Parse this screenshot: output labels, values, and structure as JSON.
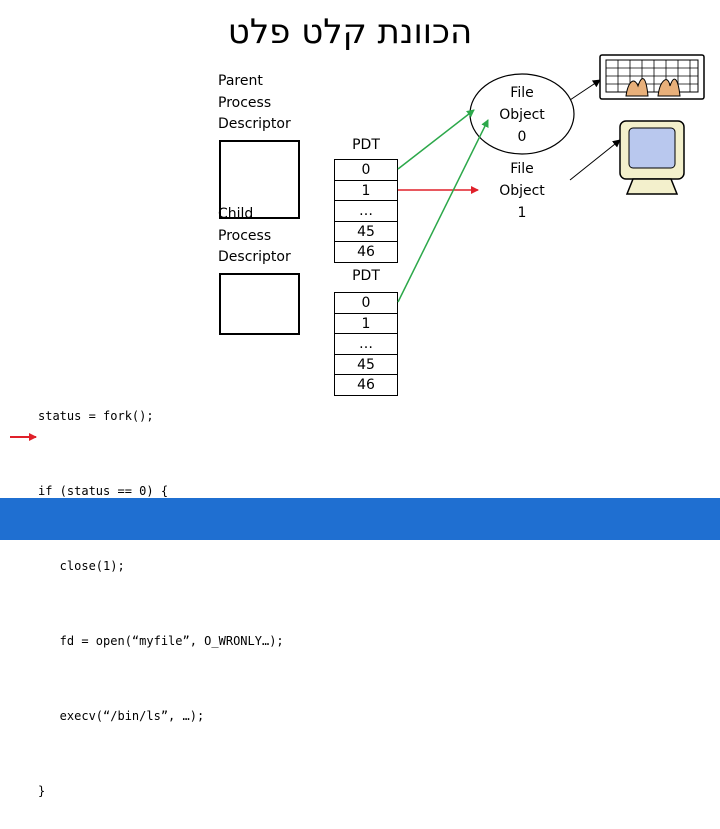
{
  "title": "הכוונת קלט פלט",
  "parent": {
    "label_lines": [
      "Parent",
      "Process",
      "Descriptor"
    ]
  },
  "child": {
    "label_lines": [
      "Child",
      "Process",
      "Descriptor"
    ]
  },
  "pdt_top": {
    "title": "PDT",
    "rows": [
      "0",
      "1",
      "…",
      "45",
      "46"
    ]
  },
  "pdt_bottom": {
    "title": "PDT",
    "rows": [
      "0",
      "1",
      "…",
      "45",
      "46"
    ]
  },
  "file_objects": [
    {
      "lines": [
        "File",
        "Object",
        "0"
      ]
    },
    {
      "lines": [
        "File",
        "Object",
        "1"
      ]
    }
  ],
  "code_lines": [
    "status = fork();",
    "if (status == 0) {",
    "   close(1);",
    "   fd = open(“myfile”, O_WRONLY…);",
    "   execv(“/bin/ls”, …);",
    "}"
  ],
  "colors": {
    "arrow_green": "#2ca84a",
    "arrow_red": "#e0202a",
    "footer_blue": "#1f6fd1"
  },
  "icons": [
    "keyboard-icon",
    "monitor-icon"
  ]
}
